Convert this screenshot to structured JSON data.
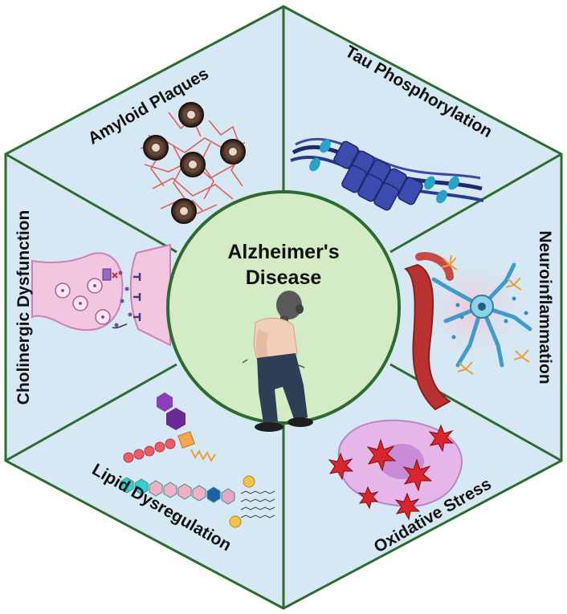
{
  "diagram": {
    "center": {
      "title_line1": "Alzheimer's",
      "title_line2": "Disease",
      "figure_icon": "elderly-person-icon"
    },
    "segments": [
      {
        "label": "Amyloid Plaques",
        "icon": "amyloid-plaque-icon"
      },
      {
        "label": "Tau Phosphorylation",
        "icon": "tau-tangle-icon"
      },
      {
        "label": "Neuroinflammation",
        "icon": "neuron-inflammation-icon"
      },
      {
        "label": "Oxidative Stress",
        "icon": "oxidative-cell-icon"
      },
      {
        "label": "Lipid Dysregulation",
        "icon": "lipid-chain-icon"
      },
      {
        "label": "Cholinergic Dysfunction",
        "icon": "synapse-icon"
      }
    ],
    "colors": {
      "segment_fill": "#d6e8f3",
      "border": "#2e6b30",
      "center_fill": "#d3ecc6"
    }
  }
}
